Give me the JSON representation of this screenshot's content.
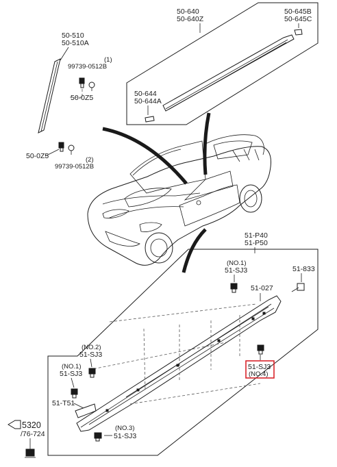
{
  "labels": {
    "l_50_640": "50-640",
    "l_50_640z": "50-640Z",
    "l_50_645b": "50-645B",
    "l_50_645c": "50-645C",
    "l_50_644": "50-644",
    "l_50_644a": "50-644A",
    "l_50_510": "50-510",
    "l_50_510a": "50-510A",
    "l_n1_top": "(1)",
    "l_99739_top": "99739-0512B",
    "l_50_0z5_a": "50-0Z5",
    "l_50_0z5_b": "50-0Z5",
    "l_n2_top": "(2)",
    "l_99739_bot": "99739-0512B",
    "l_51_p40": "51-P40",
    "l_51_p50": "51-P50",
    "l_no1_a": "(NO.1)",
    "l_51_sj3_a": "51-SJ3",
    "l_51_833": "51-833",
    "l_51_027": "51-027",
    "l_no2": "(NO.2)",
    "l_51_sj3_b": "51-SJ3",
    "l_no1_b": "(NO.1)",
    "l_51_sj3_c": "51-SJ3",
    "l_51_sj3_d": "51-SJ3",
    "l_no4": "(NO.4)",
    "l_51_t51": "51-T51",
    "l_5320": "5320",
    "l_76_724": "/76-724",
    "l_no3": "(NO.3)",
    "l_51_sj3_e": "51-SJ3"
  },
  "highlight_color": "#d8232a"
}
